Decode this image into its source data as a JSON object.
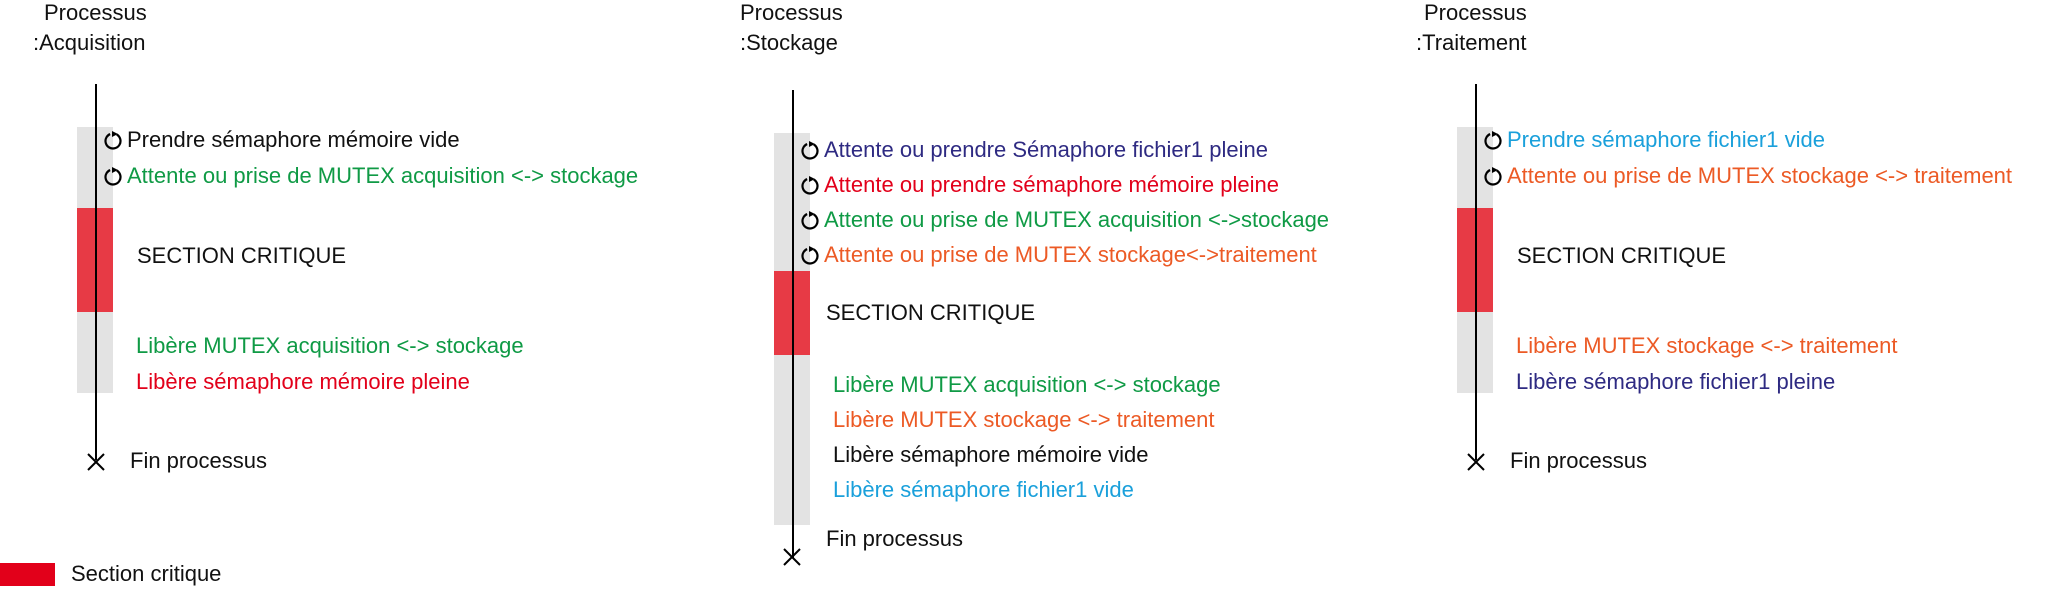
{
  "colors": {
    "black": "#111111",
    "green": "#0f9a45",
    "red": "#e2001a",
    "orange": "#ec5a25",
    "navy": "#2e2a82",
    "cyan": "#1aa0db",
    "critical": "#e73a45",
    "bar": "#e3e3e3"
  },
  "processes": [
    {
      "title_line1": "Processus",
      "title_line2": ":Acquisition",
      "steps": [
        {
          "text": "Prendre sémaphore mémoire vide",
          "color": "black",
          "icon": "cycle-icon"
        },
        {
          "text": "Attente ou prise de MUTEX acquisition <-> stockage",
          "color": "green",
          "icon": "cycle-icon"
        }
      ],
      "critical_label": "SECTION CRITIQUE",
      "releases": [
        {
          "text": "Libère MUTEX acquisition <-> stockage",
          "color": "green"
        },
        {
          "text": "Libère sémaphore mémoire pleine",
          "color": "red"
        }
      ],
      "end_label": "Fin processus"
    },
    {
      "title_line1": "Processus",
      "title_line2": ":Stockage",
      "steps": [
        {
          "text": "Attente ou prendre Sémaphore fichier1 pleine",
          "color": "navy",
          "icon": "cycle-icon"
        },
        {
          "text": "Attente ou prendre sémaphore mémoire pleine",
          "color": "red",
          "icon": "cycle-icon"
        },
        {
          "text": "Attente ou prise de MUTEX acquisition <->stockage",
          "color": "green",
          "icon": "cycle-icon"
        },
        {
          "text": "Attente ou prise de MUTEX stockage<->traitement",
          "color": "orange",
          "icon": "cycle-icon"
        }
      ],
      "critical_label": "SECTION CRITIQUE",
      "releases": [
        {
          "text": "Libère MUTEX acquisition <-> stockage",
          "color": "green"
        },
        {
          "text": "Libère MUTEX stockage <-> traitement",
          "color": "orange"
        },
        {
          "text": "Libère sémaphore mémoire vide",
          "color": "black"
        },
        {
          "text": "Libère sémaphore fichier1 vide",
          "color": "cyan"
        }
      ],
      "end_label": "Fin processus"
    },
    {
      "title_line1": "Processus",
      "title_line2": ":Traitement",
      "steps": [
        {
          "text": "Prendre sémaphore fichier1 vide",
          "color": "cyan",
          "icon": "cycle-icon"
        },
        {
          "text": "Attente ou prise de MUTEX stockage <-> traitement",
          "color": "orange",
          "icon": "cycle-icon"
        }
      ],
      "critical_label": "SECTION CRITIQUE",
      "releases": [
        {
          "text": "Libère MUTEX stockage <-> traitement",
          "color": "orange"
        },
        {
          "text": "Libère sémaphore fichier1 pleine",
          "color": "navy"
        }
      ],
      "end_label": "Fin processus"
    }
  ],
  "legend": {
    "label": "Section critique",
    "color": "#e2001a"
  }
}
